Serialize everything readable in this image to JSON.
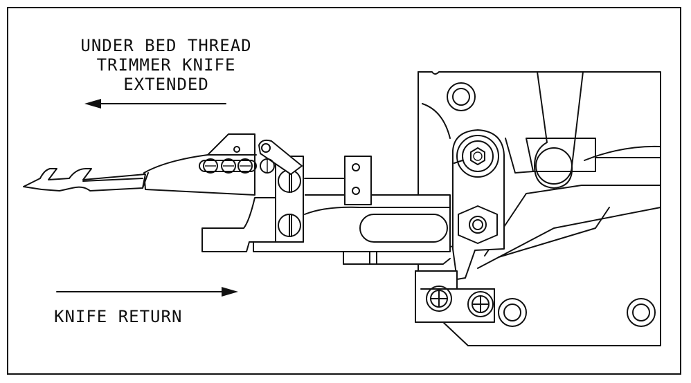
{
  "labels": {
    "extended_line1": "UNDER BED THREAD",
    "extended_line2": "TRIMMER KNIFE",
    "extended_line3": "EXTENDED",
    "return": "KNIFE RETURN"
  },
  "colors": {
    "ink": "#111111",
    "paper": "#ffffff"
  },
  "icons": {
    "arrow_left": "arrow-left-icon",
    "arrow_right": "arrow-right-icon"
  }
}
